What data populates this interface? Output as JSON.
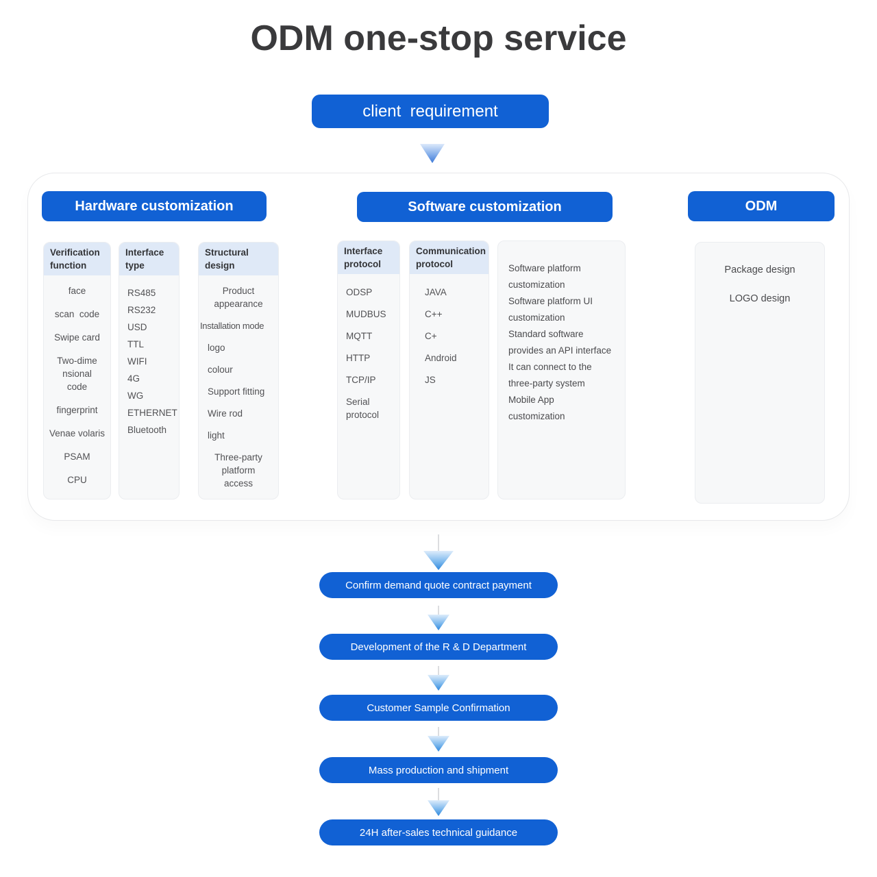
{
  "title": "ODM one-stop service",
  "client": {
    "label": "client  requirement"
  },
  "hardware": {
    "title": "Hardware customization",
    "columns": [
      {
        "header": "Verification function",
        "items": [
          "face",
          "scan  code",
          "Swipe card",
          "Two-dime\nnsional\ncode",
          "fingerprint",
          "Venae volaris",
          "PSAM",
          "CPU"
        ]
      },
      {
        "header": "Interface type",
        "items": [
          "RS485",
          "RS232",
          "USD",
          "TTL",
          "WIFI",
          "4G",
          "WG",
          "ETHERNET",
          "Bluetooth"
        ]
      },
      {
        "header": "Structural design",
        "items": [
          "Product\nappearance",
          "Installation mode",
          "logo",
          "colour",
          "Support fitting",
          "Wire rod",
          "light",
          "Three-party\nplatform\naccess"
        ]
      }
    ]
  },
  "software": {
    "title": "Software customization",
    "columns": [
      {
        "header": "Interface protocol",
        "items": [
          "ODSP",
          "MUDBUS",
          "MQTT",
          "HTTP",
          "TCP/IP",
          "Serial\nprotocol"
        ]
      },
      {
        "header": "Communication protocol",
        "items": [
          "JAVA",
          "C++",
          "C+",
          "Android",
          "JS"
        ]
      },
      {
        "header": "",
        "items": [
          "Software platform\ncustomization",
          "Software platform UI\ncustomization",
          "Standard software\nprovides an API interface",
          "It can connect to the\nthree-party system",
          "Mobile App\ncustomization"
        ]
      }
    ]
  },
  "odm": {
    "title": "ODM",
    "items": [
      "Package design",
      "LOGO design"
    ]
  },
  "flow": {
    "steps": [
      "Confirm demand quote contract payment",
      "Development of the R & D Department",
      "Customer Sample Confirmation",
      "Mass production and shipment",
      "24H after-sales technical guidance"
    ]
  },
  "colors": {
    "accent": "#1161d4",
    "panel_header": "#dfe9f7",
    "panel_bg": "#f7f8f9"
  }
}
